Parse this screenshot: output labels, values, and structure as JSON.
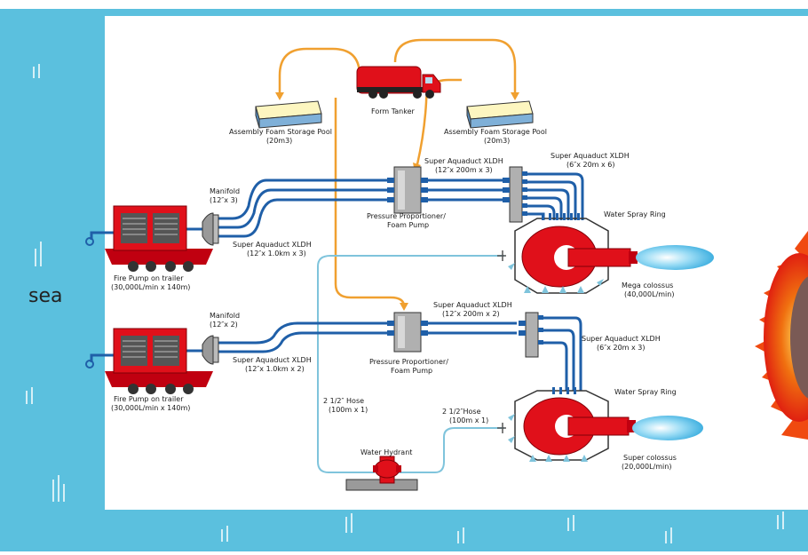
{
  "sea_label": "sea",
  "tanker_label": "Form Tanker",
  "foam_pool_left": {
    "name": "Assembly Foam Storage Pool",
    "capacity": "(20m3)"
  },
  "foam_pool_right": {
    "name": "Assembly Foam Storage Pool",
    "capacity": "(20m3)"
  },
  "pump_top": {
    "name": "Fire Pump on trailer",
    "spec": "(30,000L/min x 140m)"
  },
  "pump_bottom": {
    "name": "Fire Pump on trailer",
    "spec": "(30,000L/min x 140m)"
  },
  "manifold_top": {
    "name": "Manifold",
    "spec": "(12″x 3)"
  },
  "manifold_bottom": {
    "name": "Manifold",
    "spec": "(12″x 2)"
  },
  "aqueduct_top_lower": {
    "name": "Super Aquaduct XLDH",
    "spec": "(12″x 1.0km x 3)"
  },
  "aqueduct_top_mid": {
    "name": "Super Aquaduct XLDH",
    "spec": "(12″x 200m x 3)"
  },
  "aqueduct_top_right": {
    "name": "Super Aquaduct XLDH",
    "spec": "(6″x 20m x 6)"
  },
  "aqueduct_bottom_lower": {
    "name": "Super Aquaduct XLDH",
    "spec": "(12″x 1.0km x 2)"
  },
  "aqueduct_bottom_mid": {
    "name": "Super Aquaduct XLDH",
    "spec": "(12″x 200m x 2)"
  },
  "aqueduct_bottom_right": {
    "name": "Super Aquaduct XLDH",
    "spec": "(6″x 20m x 3)"
  },
  "proportioner_top": {
    "line1": "Pressure Proportioner/",
    "line2": "Foam Pump"
  },
  "proportioner_bottom": {
    "line1": "Pressure Proportioner/",
    "line2": "Foam Pump"
  },
  "spray_ring_top": "Water Spray Ring",
  "spray_ring_bottom": "Water Spray Ring",
  "cannon_top": {
    "name": "Mega colossus",
    "spec": "(40,000L/min)"
  },
  "cannon_bottom": {
    "name": "Super colossus",
    "spec": "(20,000L/min)"
  },
  "hose_left": {
    "name": "2 1/2″ Hose",
    "spec": "(100m x 1)"
  },
  "hose_right": {
    "name": "2 1/2″Hose",
    "spec": "(100m x 1)"
  },
  "hydrant_label": "Water Hydrant",
  "colors": {
    "sea": "#5bc0de",
    "water_pipe": "#1f5fa8",
    "hydrant_hose": "#7fc4dc",
    "foam_line": "#f0a030",
    "equipment_red": "#e0101a",
    "fire_orange": "#f04a10",
    "spray_blue": "#60c8f0"
  }
}
